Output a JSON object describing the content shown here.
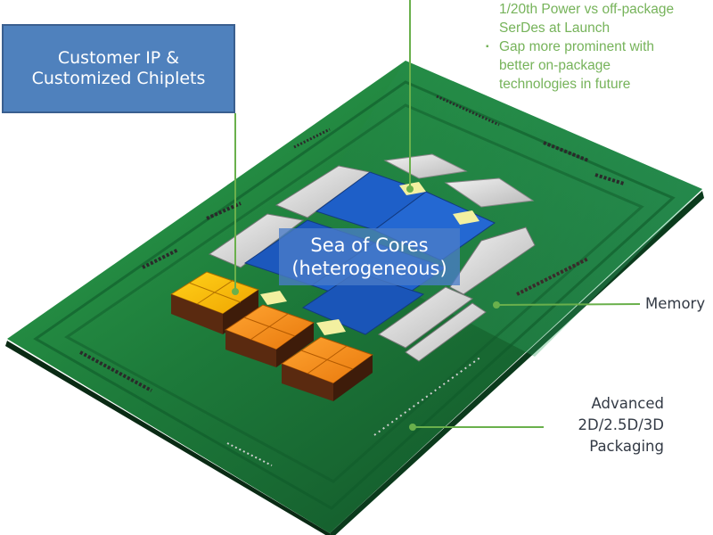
{
  "callouts": {
    "customer_ip": {
      "line1": "Customer IP &",
      "line2": "Customized Chiplets"
    },
    "sea_of_cores": {
      "line1": "Sea of Cores",
      "line2": "(heterogeneous)"
    },
    "interconnect_notes": {
      "line1": "1/20th Power vs off-package",
      "line2": "SerDes at Launch",
      "bullet2_line1": "Gap more prominent with",
      "bullet2_line2": "better on-package",
      "bullet2_line3": "technologies in future",
      "bullet_glyph": "▪"
    },
    "memory": {
      "label": "Memory"
    },
    "packaging": {
      "line1": "Advanced",
      "line2": "2D/2.5D/3D",
      "line3": "Packaging"
    }
  },
  "colors": {
    "callout_box": "#4f81bd",
    "leader_line": "#6ab04c",
    "bullet_text": "#76b35a",
    "substrate": "#1f7a3a",
    "core_tiles": "#1e5fc8",
    "chiplets_yellow": "#f2b705",
    "chiplets_orange": "#f08a16",
    "memory_dies": "#d9d9d9",
    "bridge_pads": "#f3f0a0"
  }
}
